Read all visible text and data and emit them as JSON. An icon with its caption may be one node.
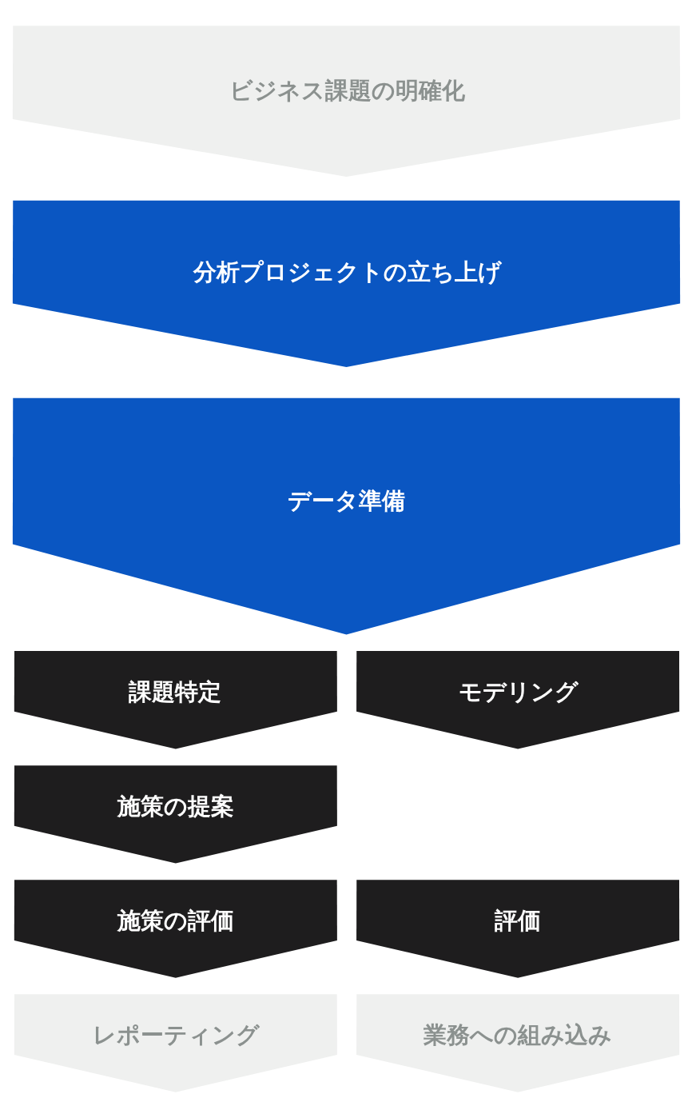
{
  "diagram": {
    "nodes": [
      {
        "text": [
          "ビジネス課題の明確化"
        ]
      },
      {
        "text": [
          "分析プロジェクトの立ち上げ"
        ]
      },
      {
        "text": [
          "データ準備"
        ]
      },
      {
        "text": [
          "課題特定"
        ]
      },
      {
        "text": [
          "モデリング"
        ]
      },
      {
        "text": [
          "施策の提案"
        ]
      },
      {
        "text": [
          "施策の評価"
        ]
      },
      {
        "text": [
          "評価"
        ]
      },
      {
        "text": [
          "レポーティング"
        ]
      },
      {
        "text": [
          "業務への組み込み"
        ]
      }
    ]
  }
}
